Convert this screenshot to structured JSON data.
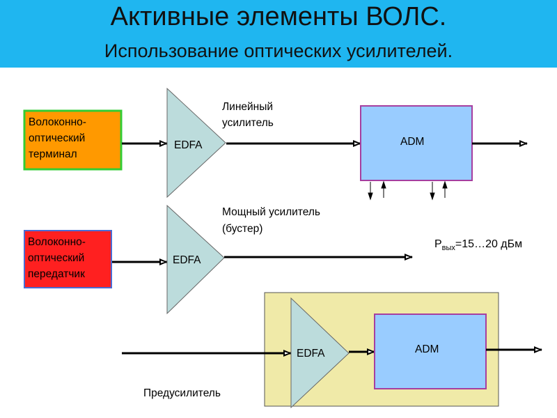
{
  "title": "Активные элементы ВОЛС.",
  "subtitle": "Использование оптических усилителей.",
  "blocks": {
    "terminal": {
      "lines": [
        "Волоконно-",
        "оптический",
        "терминал"
      ],
      "fill": "#ff9900",
      "border": "#33cc33"
    },
    "transmitter": {
      "lines": [
        "Волоконно-",
        "оптический",
        "передатчик"
      ],
      "fill": "#ff2020",
      "border": "#4a6cd4"
    },
    "amp_label": "EDFA",
    "adm_label": "ADM"
  },
  "annotations": {
    "line_amp": [
      "Линейный",
      "усилитель"
    ],
    "booster": [
      "Мощный усилитель",
      "(бустер)"
    ],
    "power_main": "P",
    "power_sub": "вых",
    "power_value": "=15…20 дБм",
    "preamp": "Предусилитель"
  },
  "colors": {
    "header": "#1fb6f0",
    "amplifier": "#bcdcdc",
    "adm": "#99ccff",
    "adm_border": "#a63e9f",
    "preamp_panel": "#f0eaa8"
  }
}
